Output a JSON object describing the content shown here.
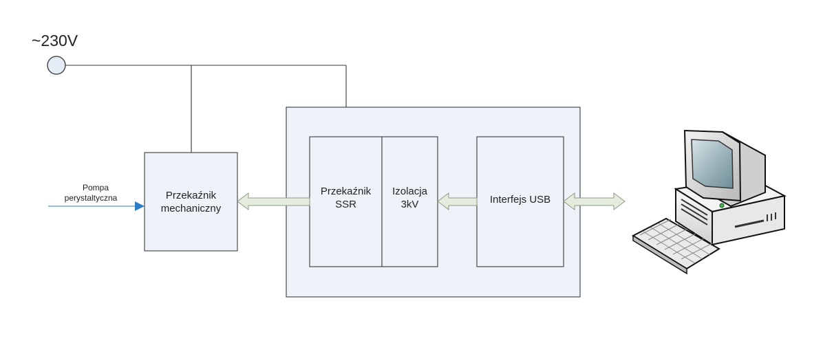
{
  "supply": {
    "voltage_label": "~230V"
  },
  "pump": {
    "line1": "Pompa",
    "line2": "perystaltyczna"
  },
  "blocks": {
    "mechanical_relay": {
      "line1": "Przekaźnik",
      "line2": "mechaniczny"
    },
    "ssr_relay": {
      "line1": "Przekaźnik",
      "line2": "SSR"
    },
    "isolation": {
      "line1": "Izolacja",
      "line2": "3kV"
    },
    "usb_interface": {
      "line1": "Interfejs USB"
    }
  },
  "colors": {
    "block_fill": "#eef3fa",
    "block_stroke": "#3a3a3a",
    "arrow_fill": "#e6ecdd",
    "arrow_stroke": "#8c9c86",
    "pump_arrow": "#2f7cc6",
    "wire": "#333333"
  },
  "icons": {
    "computer": "desktop-computer-icon",
    "terminal": "ac-terminal-icon"
  }
}
